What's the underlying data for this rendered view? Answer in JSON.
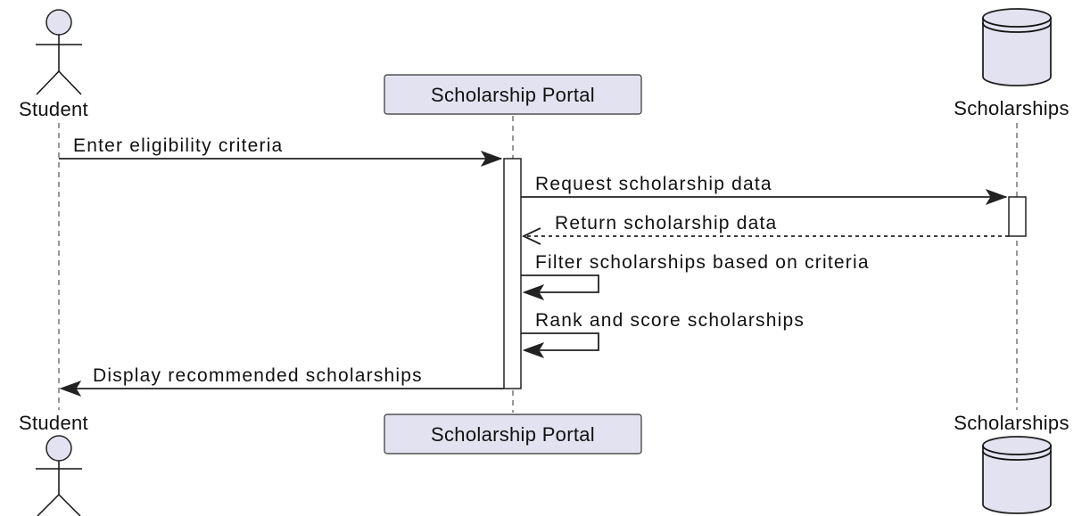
{
  "participants": {
    "student": {
      "name": "Student",
      "kind": "actor"
    },
    "portal": {
      "name": "Scholarship Portal",
      "kind": "participant"
    },
    "scholarships": {
      "name": "Scholarships",
      "kind": "database"
    }
  },
  "messages": [
    {
      "label": "Enter eligibility criteria",
      "from": "student",
      "to": "portal",
      "style": "solid"
    },
    {
      "label": "Request scholarship data",
      "from": "portal",
      "to": "scholarships",
      "style": "solid"
    },
    {
      "label": "Return scholarship data",
      "from": "scholarships",
      "to": "portal",
      "style": "dashed"
    },
    {
      "label": "Filter scholarships based on criteria",
      "from": "portal",
      "to": "portal",
      "style": "self"
    },
    {
      "label": "Rank and score scholarships",
      "from": "portal",
      "to": "portal",
      "style": "self"
    },
    {
      "label": "Display recommended scholarships",
      "from": "portal",
      "to": "student",
      "style": "solid"
    }
  ],
  "colors": {
    "participant_fill": "#e2e2f0",
    "line": "#222222",
    "background": "#ffffff"
  }
}
